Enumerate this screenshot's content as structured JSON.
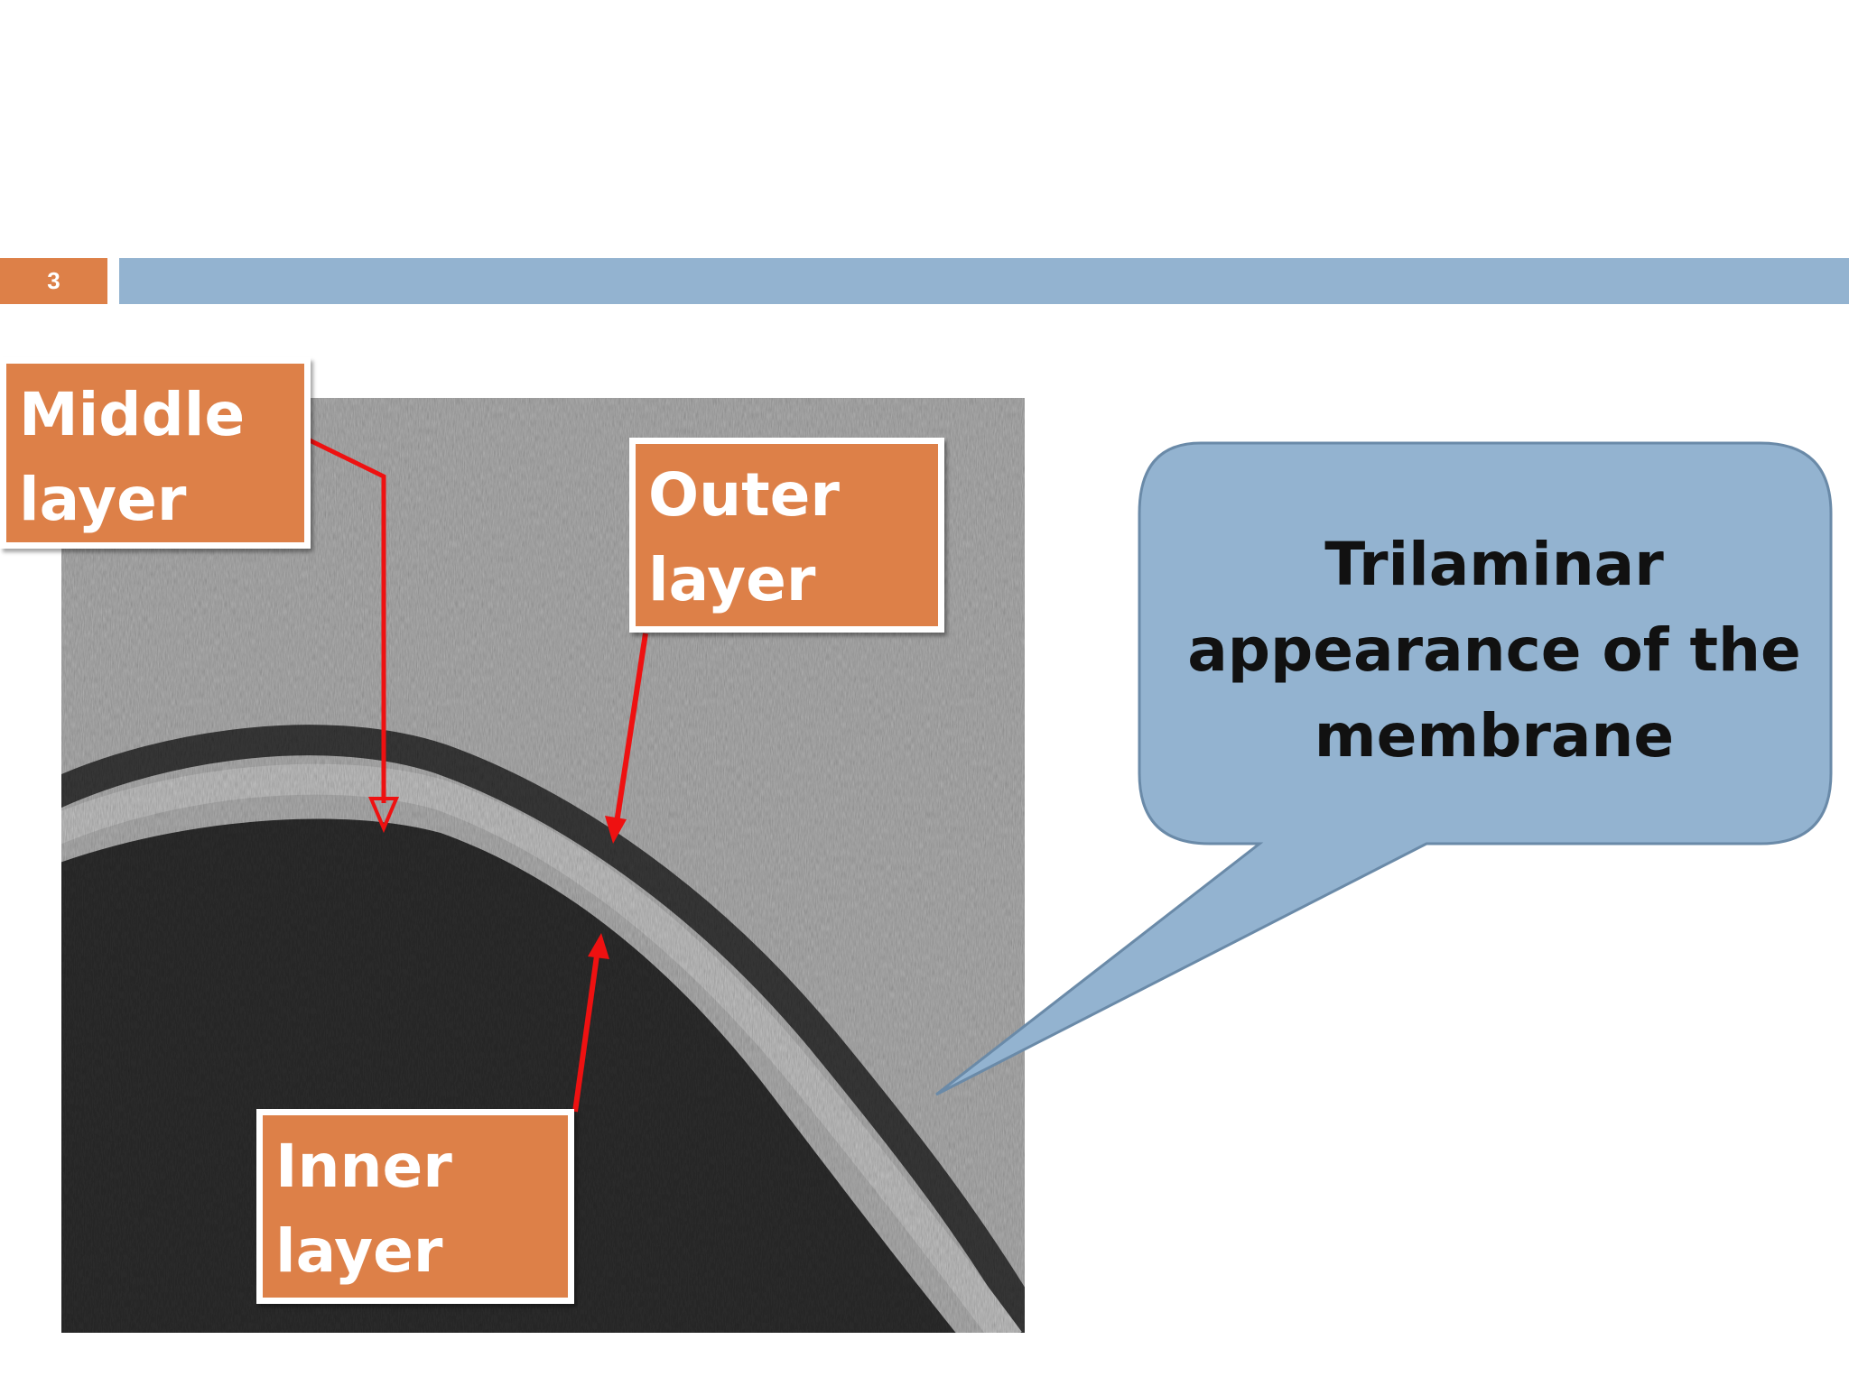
{
  "slide": {
    "page_number": "3",
    "callout_lines": [
      "Trilaminar",
      "appearance of the",
      "membrane"
    ]
  },
  "labels": {
    "middle": [
      "Middle",
      "layer"
    ],
    "outer": [
      "Outer",
      "layer"
    ],
    "inner": [
      "Inner",
      "layer"
    ]
  },
  "colors": {
    "accent_orange": "#dd8048",
    "bar_blue": "#93b3d0",
    "arrow_red": "#ee1111",
    "callout_fill": "#93b3d0",
    "callout_stroke": "#6a8aa8"
  }
}
